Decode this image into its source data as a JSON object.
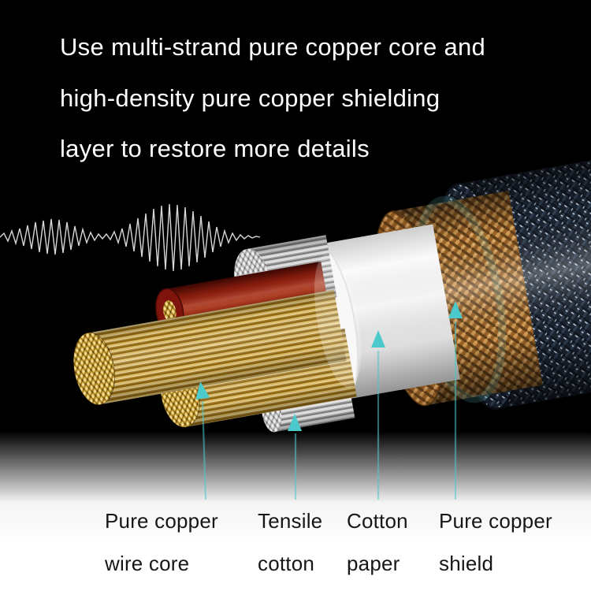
{
  "headline": {
    "line1": "Use multi-strand pure copper core and",
    "line2": "high-density pure copper shielding",
    "line3": "layer to restore more details"
  },
  "callouts": {
    "wire_core": {
      "line1": "Pure copper",
      "line2": "wire core"
    },
    "tensile_cotton": {
      "line1": "Tensile",
      "line2": "cotton"
    },
    "cotton_paper": {
      "line1": "Cotton",
      "line2": "paper"
    },
    "copper_shield": {
      "line1": "Pure copper",
      "line2": "shield"
    }
  },
  "illustration": {
    "parts": [
      "sound-wave",
      "outer-braid-jacket",
      "pure-copper-shield-braid",
      "cotton-paper-wrap",
      "inner-cotton-wrap",
      "pure-copper-wire-bundles",
      "red-insulated-wire",
      "tensile-cotton-strands"
    ]
  },
  "colors": {
    "background_top": "#000000",
    "background_bottom": "#ffffff",
    "headline_text": "#ffffff",
    "label_text": "#161616",
    "arrow": "#4cc9cb",
    "copper_shield": "#b87333",
    "copper_wire_gold": "#d9b44a",
    "red_wire": "#93200f",
    "jacket_denim": "#1b2431",
    "cotton_paper_white": "#f2f2f2"
  }
}
